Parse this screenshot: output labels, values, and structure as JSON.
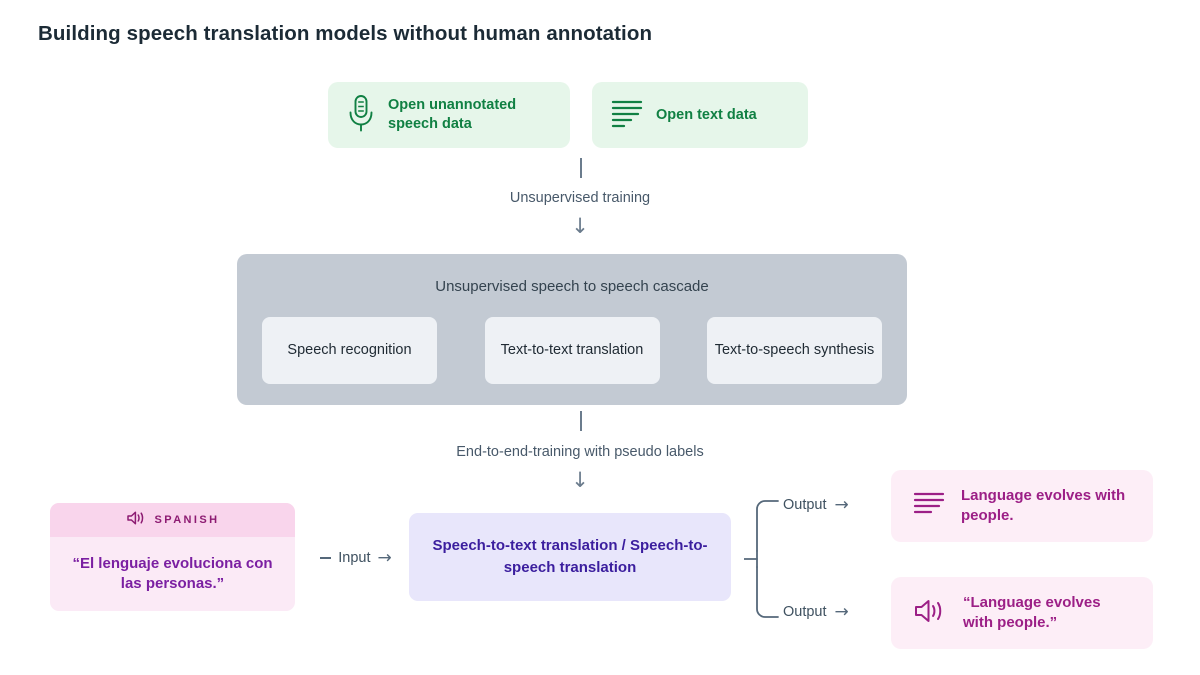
{
  "page": {
    "title": "Building speech translation models without human annotation"
  },
  "sources": [
    {
      "id": "open-unannotated-speech-data",
      "icon": "microphone-icon",
      "label": "Open unannotated speech data"
    },
    {
      "id": "open-text-data",
      "icon": "text-lines-icon",
      "label": "Open text data"
    }
  ],
  "connectors": {
    "unsupervised_training": "Unsupervised training",
    "end_to_end_training": "End-to-end-training with pseudo labels",
    "arrow_down": "↓",
    "arrow_right": "→",
    "input_label": "Input",
    "output_label_1": "Output",
    "output_label_2": "Output"
  },
  "cascade": {
    "title": "Unsupervised speech to speech cascade",
    "stages": [
      "Speech recognition",
      "Text-to-text translation",
      "Text-to-speech synthesis"
    ]
  },
  "input_sample": {
    "language": "SPANISH",
    "icon": "speaker-icon",
    "quote": "“El lenguaje evoluciona con las personas.”"
  },
  "model": {
    "label": "Speech-to-text translation / Speech-to-speech translation"
  },
  "outputs": [
    {
      "id": "text-output",
      "icon": "text-lines-icon",
      "text": "Language evolves with people."
    },
    {
      "id": "speech-output",
      "icon": "speaker-icon",
      "text": "“Language evolves with people.”"
    }
  ],
  "colors": {
    "green_bg": "#e6f6ea",
    "green_fg": "#108043",
    "gray_bg": "#c3cad3",
    "gray_card_bg": "#eef1f5",
    "pink_bg": "#fdeef7",
    "pink_header_bg": "#f9d5ec",
    "pink_fg": "#9c1f86",
    "purple_bg": "#e8e6fb",
    "purple_fg": "#3b1e9e",
    "connector": "#55687a",
    "title_fg": "#1c2b36"
  }
}
